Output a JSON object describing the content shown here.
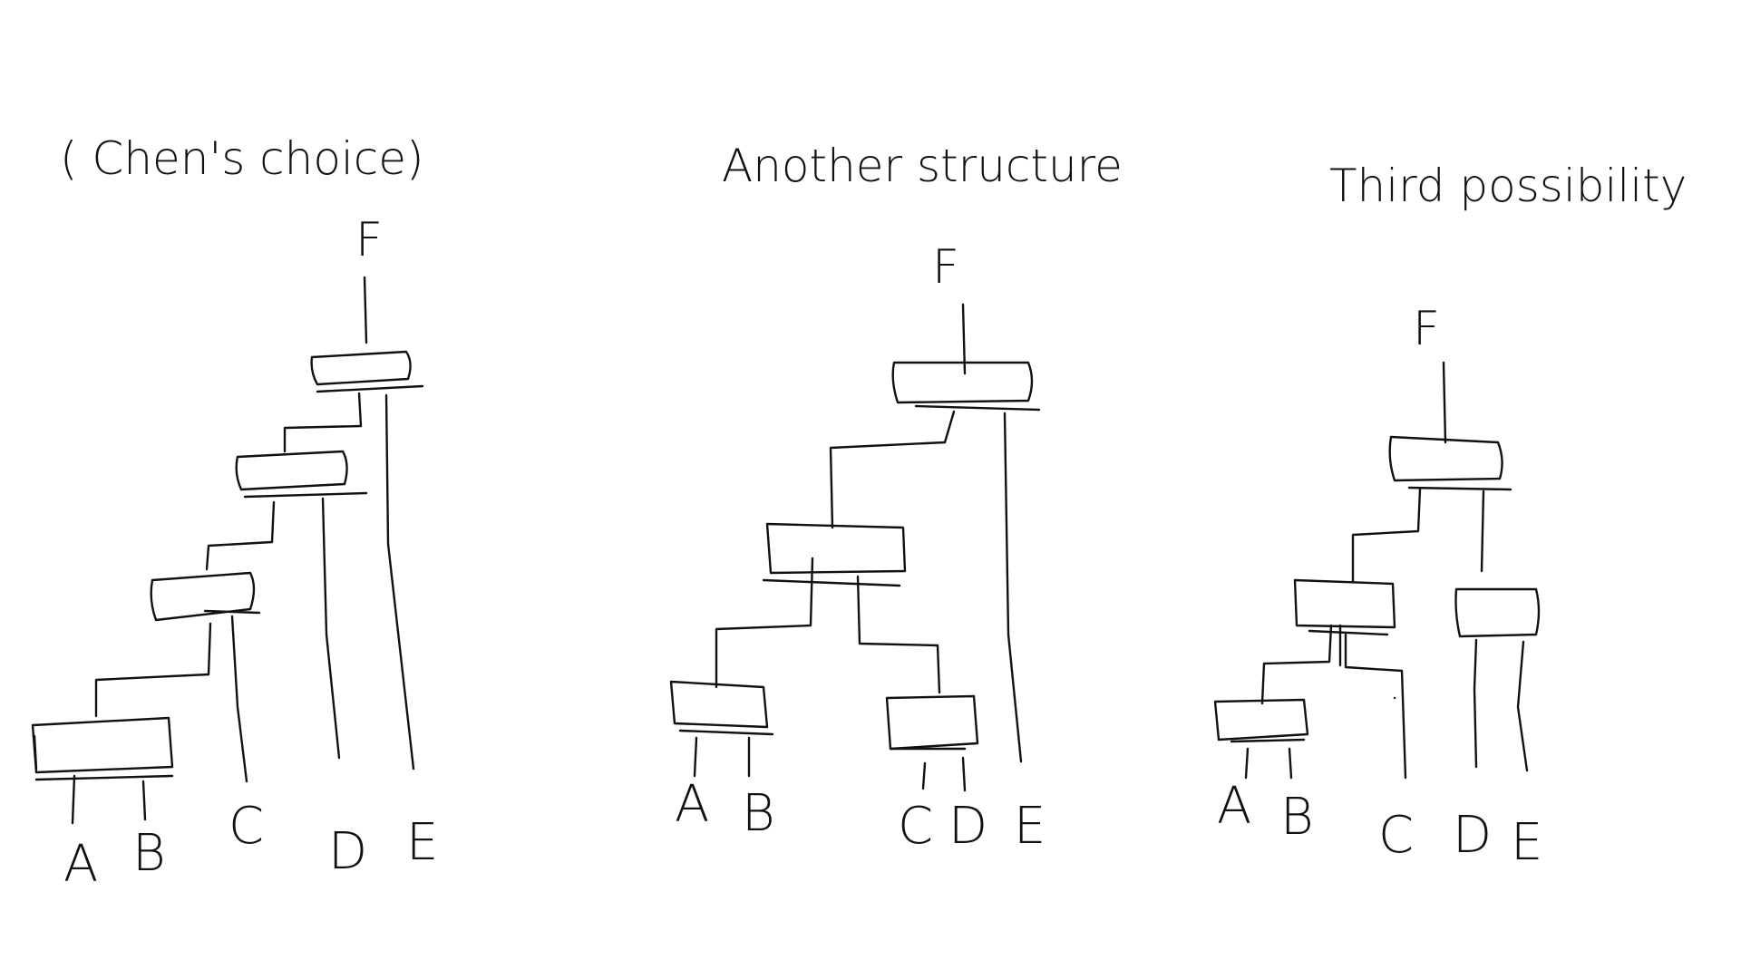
{
  "diagrams": [
    {
      "title": "( Chen's choice)",
      "root": "F",
      "leaves": [
        "A",
        "B",
        "C",
        "D",
        "E"
      ]
    },
    {
      "title": "Another structure",
      "root": "F",
      "leaves": [
        "A",
        "B",
        "C",
        "D",
        "E"
      ]
    },
    {
      "title": "Third possibility",
      "root": "F",
      "leaves": [
        "A",
        "B",
        "C",
        "D",
        "E"
      ]
    }
  ]
}
